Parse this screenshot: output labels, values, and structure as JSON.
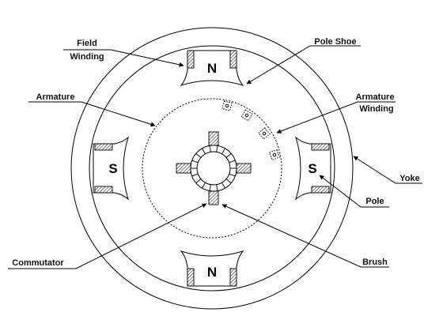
{
  "diagram": {
    "labels": {
      "field_winding_line1": "Field",
      "field_winding_line2": "Winding",
      "pole_shoe": "Pole Shoe",
      "armature": "Armature",
      "armature_winding_line1": "Armature",
      "armature_winding_line2": "Winding",
      "yoke": "Yoke",
      "pole": "Pole",
      "commutator": "Commutator",
      "brush": "Brush"
    },
    "poles": {
      "top": "N",
      "bottom": "N",
      "left": "S",
      "right": "S"
    }
  }
}
